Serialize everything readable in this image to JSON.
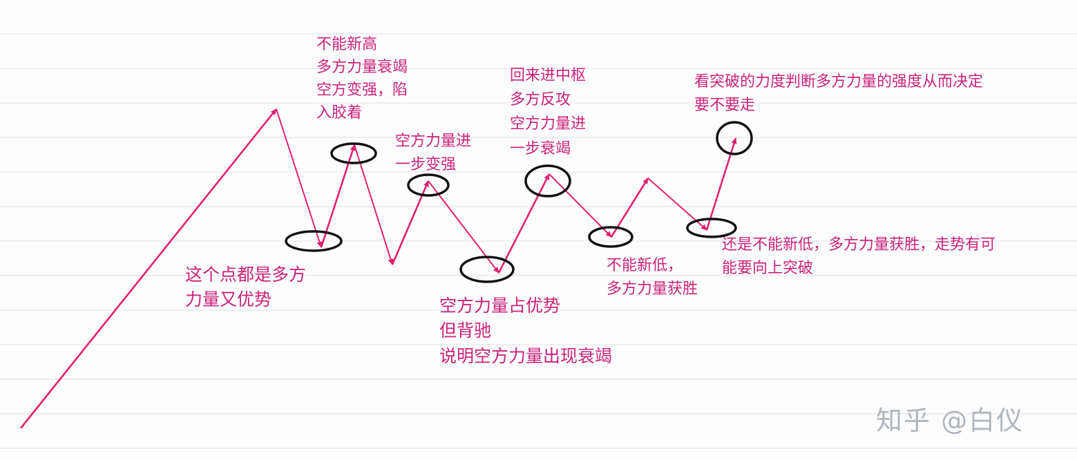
{
  "colors": {
    "line": "#e0206f",
    "text": "#c8237a",
    "circle": "#111111",
    "watermark": "#b0b6bd"
  },
  "annotations": [
    {
      "id": "a1",
      "lines": [
        "这个点都是多方",
        "力量又优势"
      ]
    },
    {
      "id": "a2",
      "lines": [
        "不能新高",
        "多方力量衰竭",
        "空方变强，陷",
        "入胶着"
      ]
    },
    {
      "id": "a3",
      "lines": [
        "空方力量进",
        "一步变强"
      ]
    },
    {
      "id": "a4",
      "lines": [
        "空方力量占优势",
        "但背驰",
        "说明空方力量出现衰竭"
      ]
    },
    {
      "id": "a5",
      "lines": [
        "回来进中枢",
        "多方反攻",
        "空方力量进",
        "一步衰竭"
      ]
    },
    {
      "id": "a6",
      "lines": [
        "不能新低，",
        "多方力量获胜"
      ]
    },
    {
      "id": "a7",
      "lines": [
        "还是不能新低，多方力量获胜，走势有可",
        "能要向上突破"
      ]
    },
    {
      "id": "a8",
      "lines": [
        "看突破的力度判断多方力量的强度从而决定",
        "要不要走"
      ]
    }
  ],
  "watermark": "知乎 @白仪"
}
